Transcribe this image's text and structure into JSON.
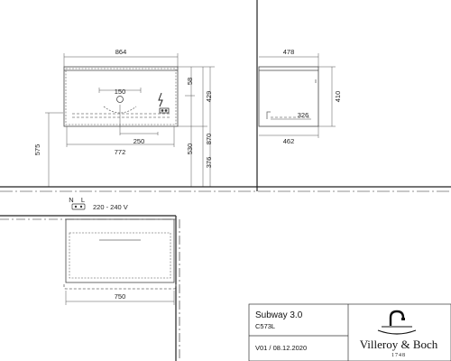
{
  "front_view": {
    "width_top": "864",
    "height_right_top": "58",
    "height_right_mid": "429",
    "height_total": "870",
    "height_530": "530",
    "height_376": "376",
    "height_left": "575",
    "drain": "150",
    "offset_250": "250",
    "width_bottom": "772"
  },
  "side_view": {
    "depth_top": "478",
    "height": "410",
    "inner_depth": "326",
    "depth_bottom": "462"
  },
  "electrical": {
    "n_label": "N",
    "l_label": "L",
    "voltage": "220 - 240 V"
  },
  "plan_view": {
    "width": "750"
  },
  "title_block": {
    "product": "Subway 3.0",
    "code": "C573L",
    "version_date": "V01 / 08.12.2020",
    "brand": "Villeroy & Boch",
    "year": "1748"
  }
}
